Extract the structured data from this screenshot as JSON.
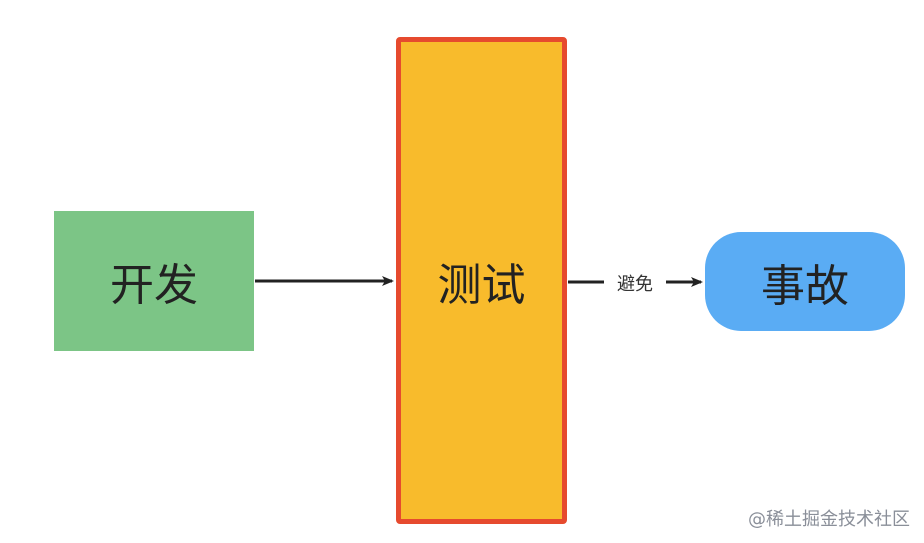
{
  "nodes": {
    "dev": {
      "label": "开发",
      "color": "#7cc586"
    },
    "test": {
      "label": "测试",
      "color": "#f8bb2c",
      "border_color": "#e64a2e"
    },
    "accident": {
      "label": "事故",
      "color": "#5aacf4"
    }
  },
  "edges": [
    {
      "from": "dev",
      "to": "test",
      "label": ""
    },
    {
      "from": "test",
      "to": "accident",
      "label": "避免"
    }
  ],
  "edge_label_avoid": "避免",
  "watermark": "@稀土掘金技术社区",
  "colors": {
    "arrow": "#222222",
    "background": "#ffffff"
  }
}
